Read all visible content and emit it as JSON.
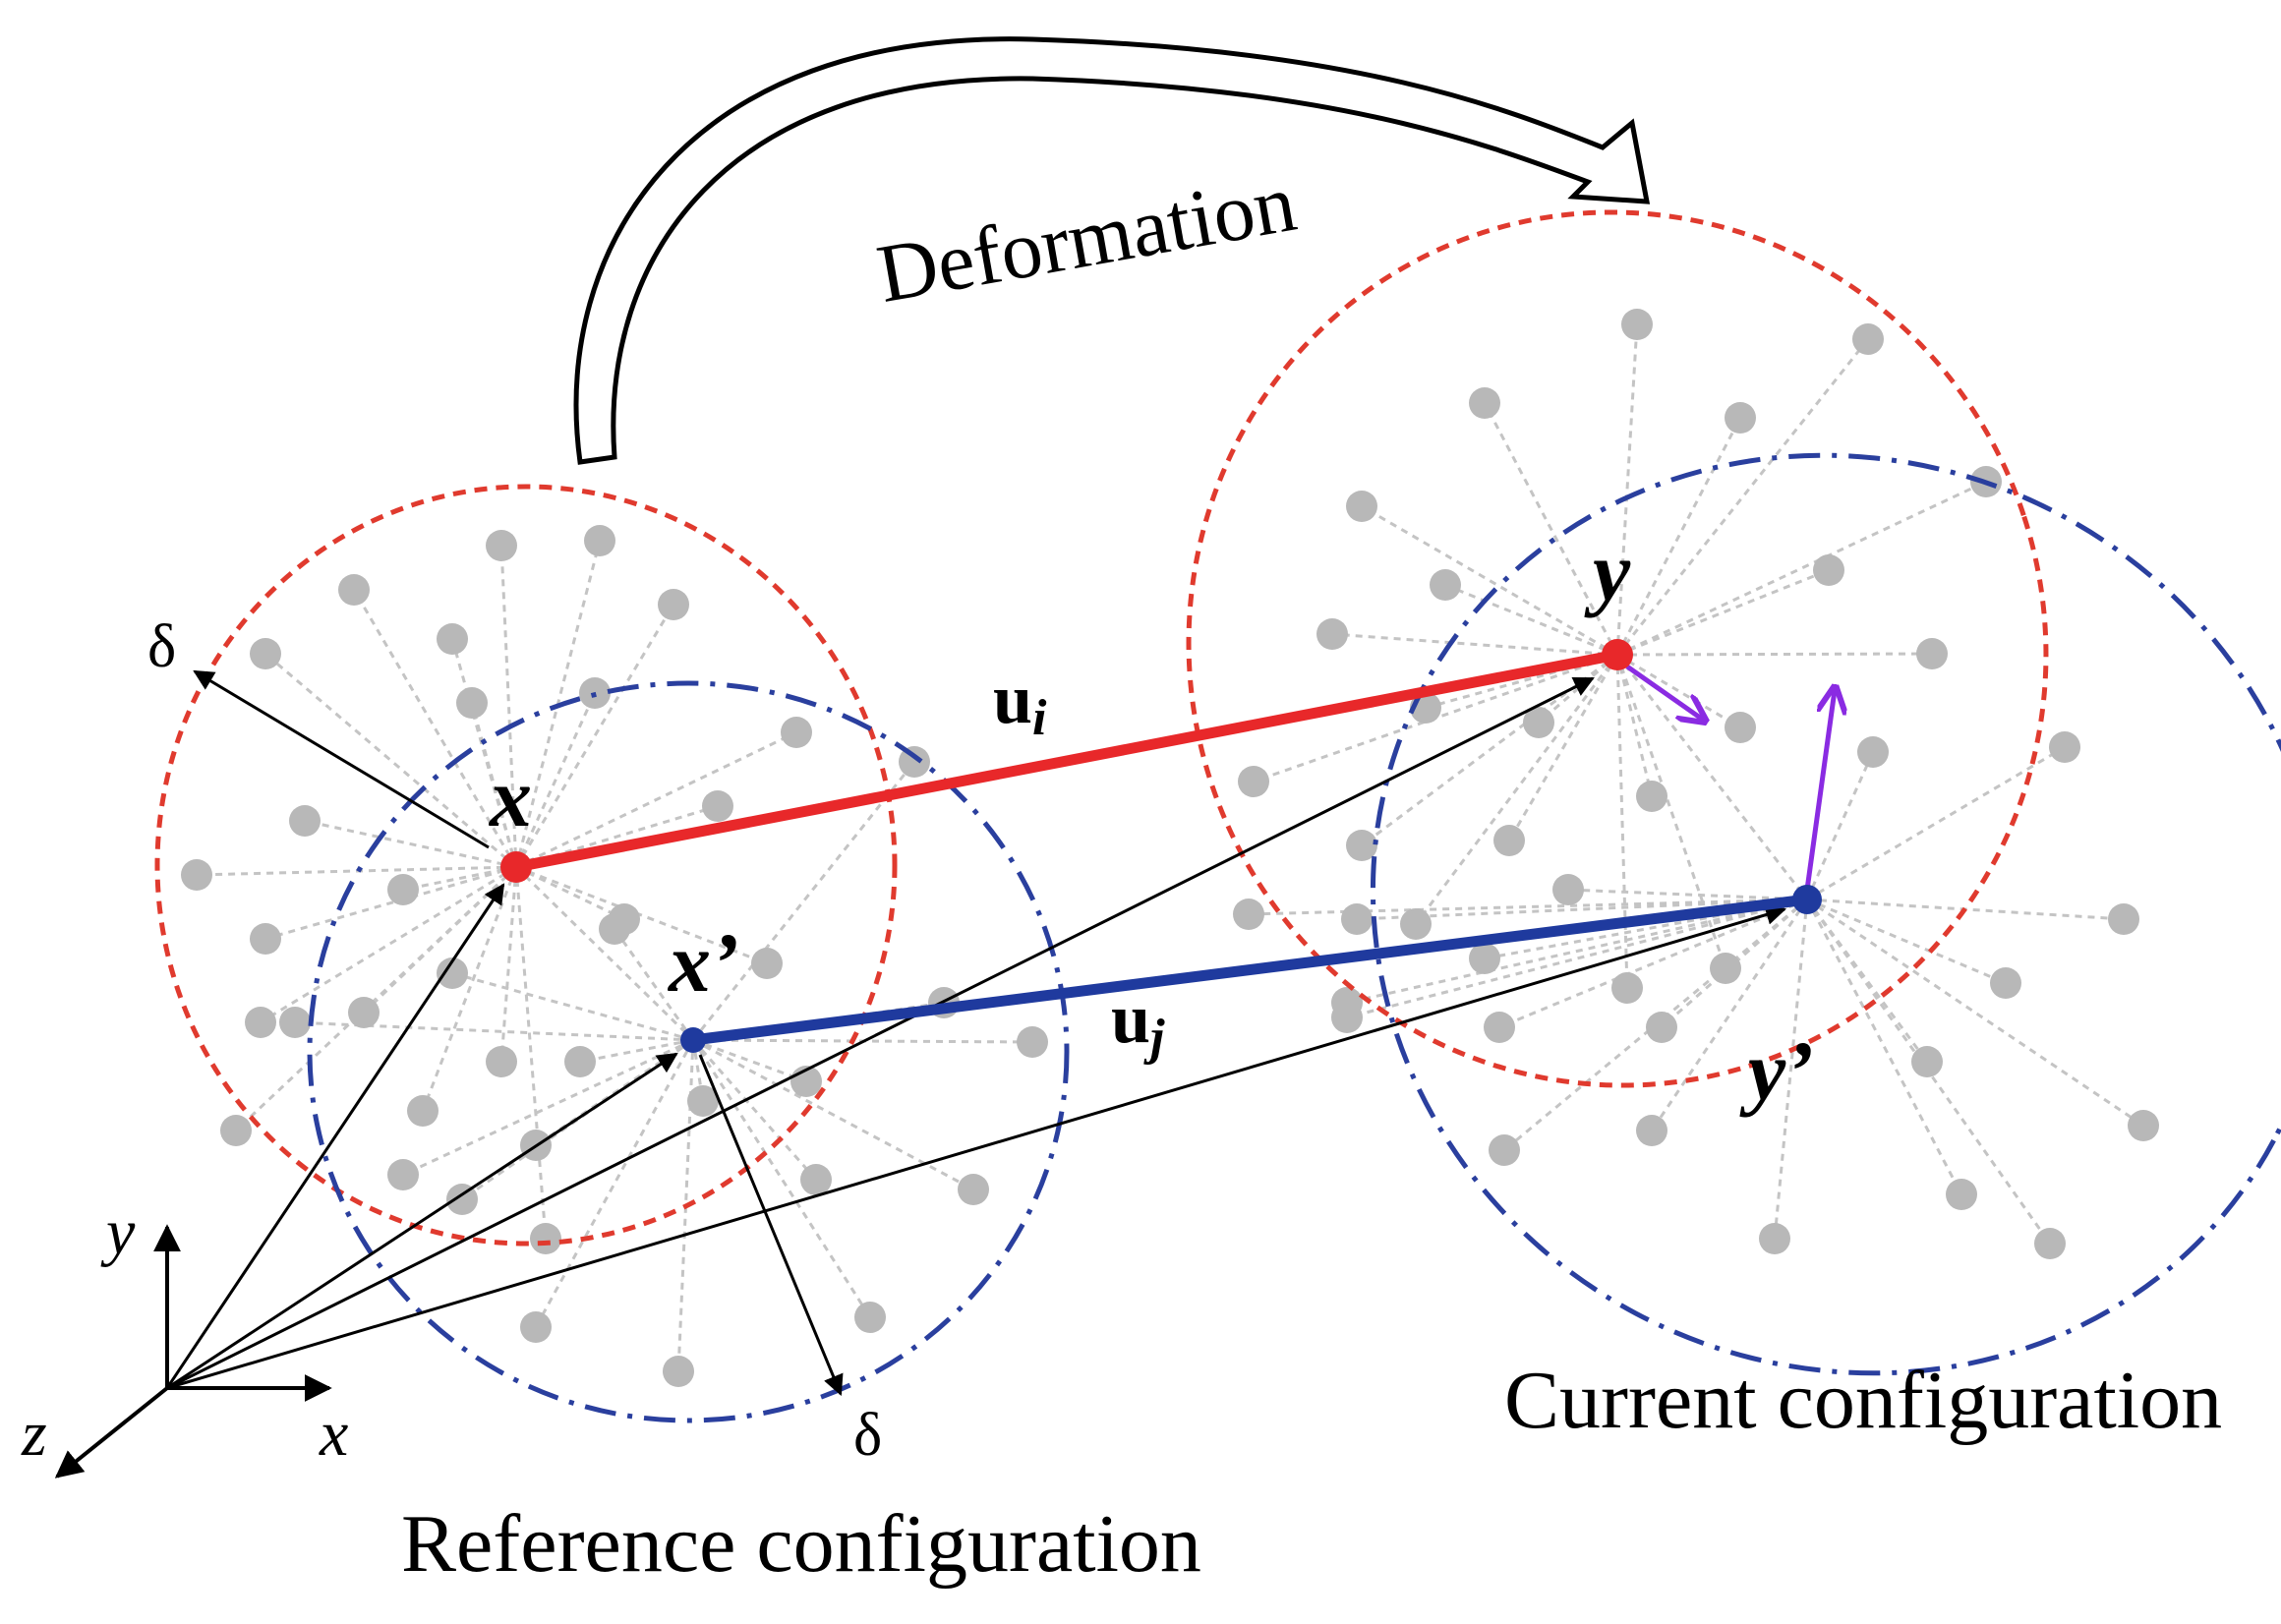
{
  "labels": {
    "deformation": "Deformation",
    "reference": "Reference configuration",
    "current": "Current configuration",
    "delta_top": "δ",
    "delta_bottom": "δ",
    "point_x": "x",
    "point_x_prime": "x’",
    "point_y": "y",
    "point_y_prime": "y’",
    "u_i_base": "u",
    "u_i_sub": "i",
    "u_j_base": "u",
    "u_j_sub": "j",
    "axis_x": "x",
    "axis_y": "y",
    "axis_z": "z"
  },
  "colors": {
    "red": "#e8282a",
    "red_dash": "#e03a2e",
    "blue": "#1f3a9e",
    "blue_dash": "#2a3f9e",
    "purple": "#8a2be2",
    "gray_dot": "#b8b8b8",
    "gray_link": "#c4c4c4",
    "black": "#000000"
  }
}
